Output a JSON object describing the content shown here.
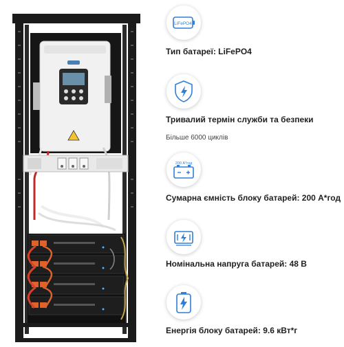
{
  "specs": [
    {
      "title": "Тип батареї: LiFePO4",
      "icon": "lifepo4-battery-icon"
    },
    {
      "title": "Тривалий термін служби та безпеки",
      "subtitle": "Більше 6000 циклів",
      "icon": "shield-bolt-icon"
    },
    {
      "title": "Сумарна ємність блоку батарей: 200 А*год",
      "icon": "battery-capacity-icon"
    },
    {
      "title": "Номінальна напруга батарей: 48 В",
      "icon": "voltage-battery-icon"
    },
    {
      "title": "Енергія блоку батарей: 9.6 кВт*г",
      "icon": "energy-battery-icon"
    }
  ],
  "icon_labels": {
    "chemistry": "LiFePO4",
    "capacity": "200 А*год"
  },
  "colors": {
    "accent": "#2f7fd8",
    "rack": "#1b1b1b",
    "inverter": "#f1f1f1",
    "cable_red": "#c0282a",
    "battery_connector": "#e0622a"
  }
}
